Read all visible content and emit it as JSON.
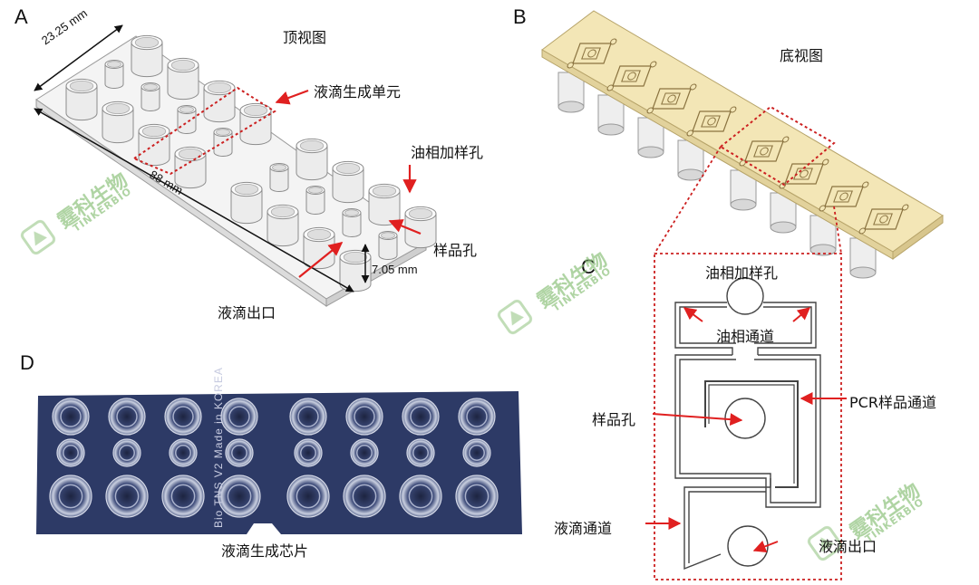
{
  "panels": {
    "a": {
      "letter": "A",
      "view_label": "顶视图",
      "dim_width": "23.25 mm",
      "dim_length": "88 mm",
      "dim_height": "7.05 mm",
      "callout_unit": "液滴生成单元",
      "callout_oil": "油相加样孔",
      "callout_sample": "样品孔",
      "callout_outlet": "液滴出口"
    },
    "b": {
      "letter": "B",
      "view_label": "底视图"
    },
    "c": {
      "letter": "C",
      "oil_inlet": "油相加样孔",
      "oil_channel": "油相通道",
      "pcr_channel": "PCR样品通道",
      "sample_well": "样品孔",
      "droplet_channel": "液滴通道",
      "droplet_outlet": "液滴出口"
    },
    "d": {
      "letter": "D",
      "chip_text": "Bio TNS V2 Made in KOREA",
      "caption": "液滴生成芯片"
    }
  },
  "watermark": {
    "cn": "霆科生物",
    "en": "TINKERBIO"
  },
  "colors": {
    "callout_red": "#e02020",
    "dashed_red": "#cc2020",
    "chip_white": "#f2f2f2",
    "chip_yellow": "#f3e6b6",
    "chip_blue": "#2d3a66",
    "watermark_green": "#8ec27d"
  }
}
